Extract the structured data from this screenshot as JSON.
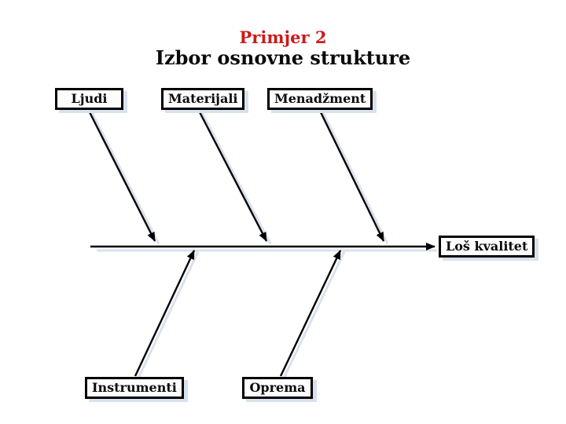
{
  "slide": {
    "title": "Primjer 2",
    "subtitle": "Izbor osnovne strukture"
  },
  "colors": {
    "title_red": "#cc1a1a",
    "text_black": "#0a0a0a",
    "line_black": "#000000",
    "shadow_blue_gray": "#d9e1ee",
    "box_background": "#fcfcfc"
  },
  "diagram": {
    "type": "fishbone",
    "effect_label": "Loš kvalitet",
    "top_causes": [
      "Ljudi",
      "Materijali",
      "Menadžment"
    ],
    "bottom_causes": [
      "Instrumenti",
      "Oprema"
    ]
  }
}
